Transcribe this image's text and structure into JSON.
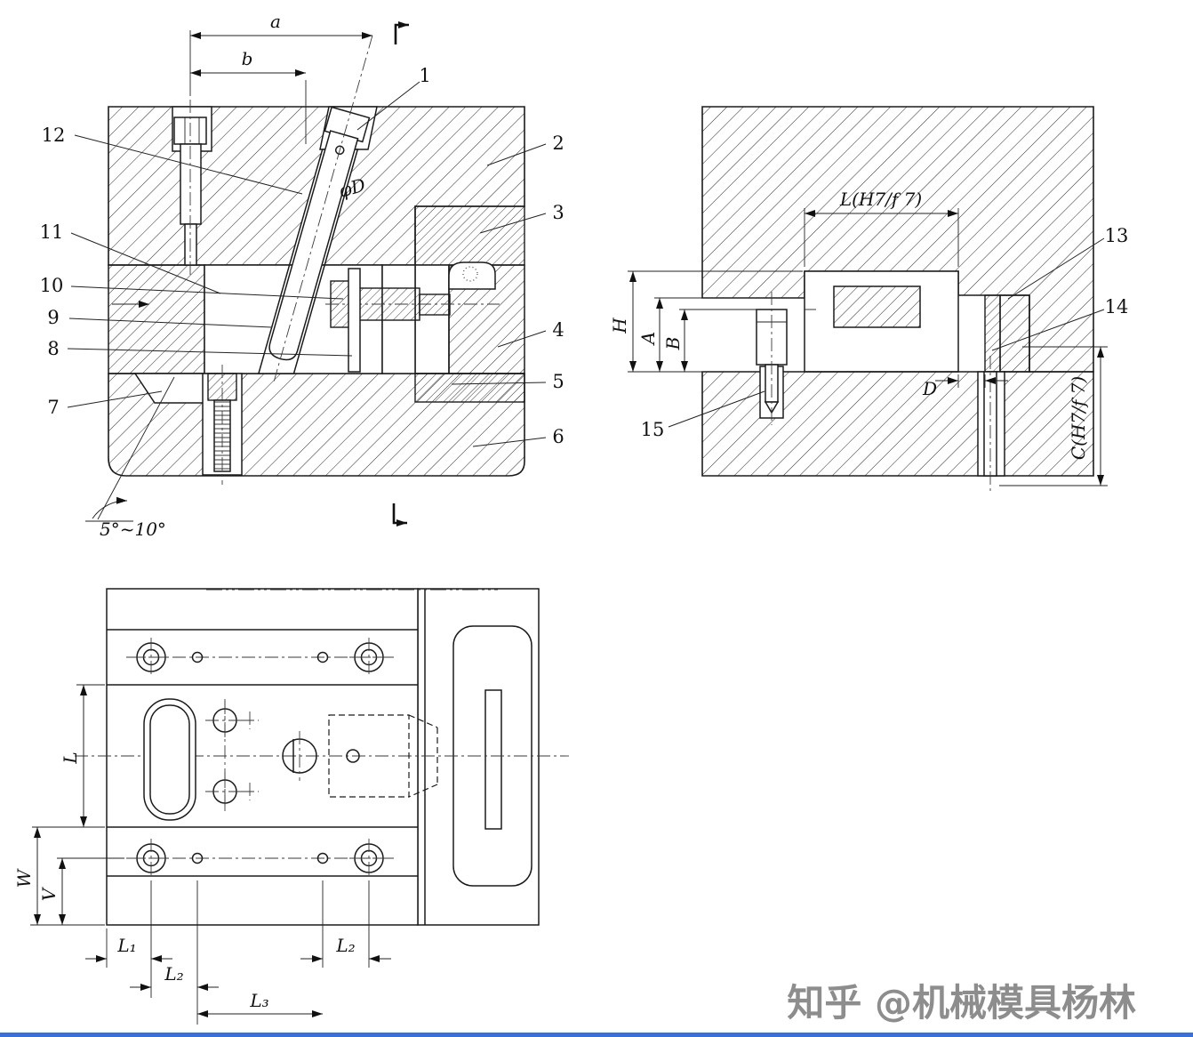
{
  "page": {
    "background": "#ffffff",
    "bottom_bar_color": "#3a6fd9"
  },
  "watermark": {
    "text": "知乎 @机械模具杨林",
    "color": "#8d8d8d"
  },
  "view1": {
    "name": "main-section-view",
    "parts": {
      "p1": "1",
      "p2": "2",
      "p3": "3",
      "p4": "4",
      "p5": "5",
      "p6": "6",
      "p7": "7",
      "p8": "8",
      "p9": "9",
      "p10": "10",
      "p11": "11",
      "p12": "12"
    },
    "dims": {
      "a": "a",
      "b": "b",
      "phiD": "φD",
      "angle": "5°~10°"
    }
  },
  "view2": {
    "name": "side-core-detail-view",
    "parts": {
      "p13": "13",
      "p14": "14",
      "p15": "15"
    },
    "dims": {
      "Lfit": "L(H7/f 7)",
      "H": "H",
      "A": "A",
      "B": "B",
      "D": "D",
      "Cfit": "C(H7/f 7)"
    }
  },
  "view3": {
    "name": "plan-view",
    "dims": {
      "L": "L",
      "W": "W",
      "V": "V",
      "L1": "L₁",
      "L2a": "L₂",
      "L2b": "L₂",
      "L3": "L₃"
    }
  }
}
